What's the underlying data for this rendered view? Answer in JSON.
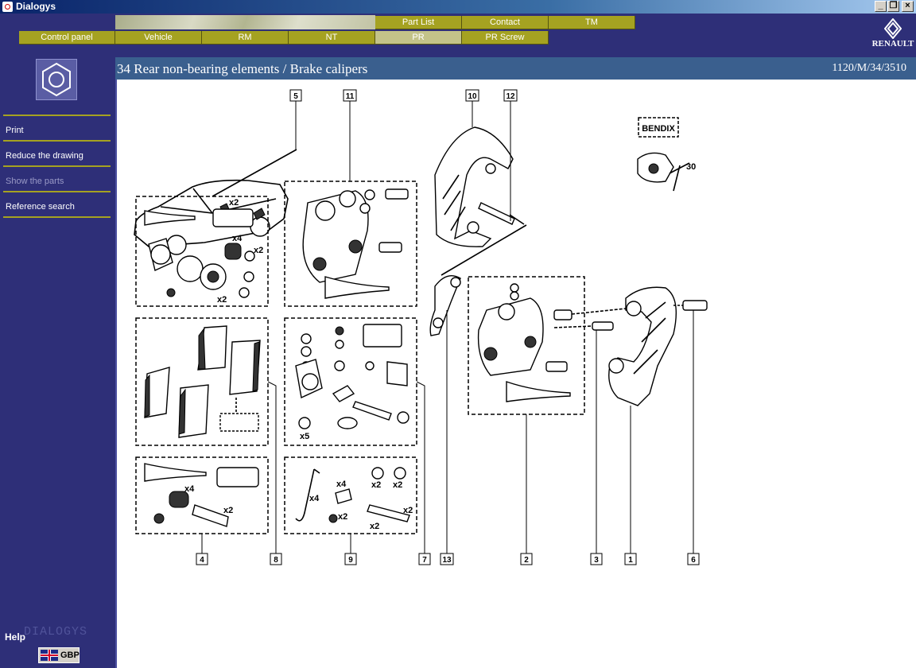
{
  "window": {
    "title": "Dialogys"
  },
  "menu": {
    "row1": [
      "Part List",
      "Contact",
      "TM"
    ],
    "row2": [
      "Control panel",
      "Vehicle",
      "RM",
      "NT",
      "PR",
      "PR Screw"
    ],
    "active": "PR"
  },
  "brand": {
    "logo_text": "RENAULT"
  },
  "sidebar": {
    "links": [
      {
        "label": "Print",
        "enabled": true
      },
      {
        "label": "Reduce the drawing",
        "enabled": true
      },
      {
        "label": "Show the parts",
        "enabled": false
      },
      {
        "label": "Reference search",
        "enabled": true
      }
    ],
    "help_label": "Help",
    "wordmark": "DIALOGYS",
    "language_code": "GBP",
    "icon": "nut-icon"
  },
  "header": {
    "title": "34 Rear non-bearing elements / Brake calipers",
    "reference": "1120/M/34/3510"
  },
  "diagram": {
    "callouts": [
      "5",
      "11",
      "10",
      "12",
      "4",
      "8",
      "9",
      "7",
      "13",
      "2",
      "3",
      "1",
      "6"
    ],
    "badge": "BENDIX",
    "torque_label": "30",
    "quantities": [
      "x2",
      "x4",
      "x2",
      "x2",
      "x4",
      "x2",
      "x5",
      "x4",
      "x2",
      "x2",
      "x4",
      "x2",
      "x2",
      "x2"
    ]
  },
  "colors": {
    "menu": "#a5a221",
    "menu_active": "#c3c389",
    "sidebar": "#2e2f78",
    "header": "#3a5f8e"
  }
}
